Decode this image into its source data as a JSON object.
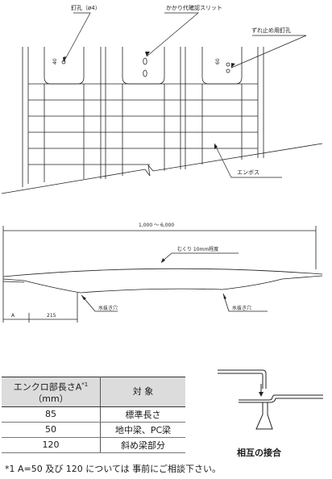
{
  "top_labels": {
    "nail_hole": "釘孔（ø4）",
    "gap_slit": "かかり代確認スリット",
    "slip_nail_hole": "ずれ止め用釘孔",
    "emboss": "エンボス",
    "dim_40": "40",
    "dim_60": "60"
  },
  "middle_labels": {
    "span": "1,000 ～ 6,000",
    "camber": "むくり 10mm程度",
    "drain_left": "水抜き穴",
    "drain_right": "水抜き穴",
    "dim_a": "A",
    "dim_215": "215"
  },
  "table": {
    "header_col1_line1": "エンクロ部長さA",
    "header_col1_sup": "*1",
    "header_col1_line2": "（mm）",
    "header_col2": "対 象",
    "rows": [
      {
        "length": "85",
        "target": "標準長さ"
      },
      {
        "length": "50",
        "target": "地中梁、PC梁"
      },
      {
        "length": "120",
        "target": "斜め梁部分"
      }
    ]
  },
  "joint_caption": "相互の接合",
  "footnote": "*1 A=50 及び 120 については 事前にご相談下さい。"
}
